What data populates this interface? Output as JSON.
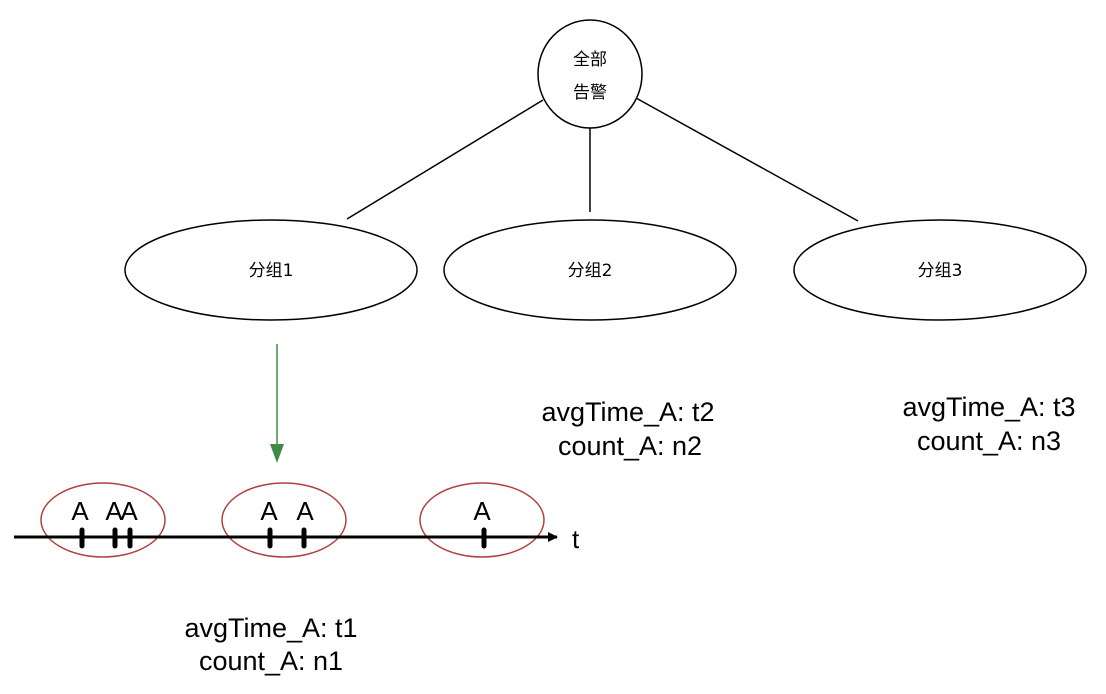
{
  "root": {
    "line1": "全部",
    "line2": "告警"
  },
  "groups": [
    {
      "label": "分组1"
    },
    {
      "label": "分组2"
    },
    {
      "label": "分组3"
    }
  ],
  "stats": {
    "group1": {
      "avg": "avgTime_A: t1",
      "count": "count_A: n1"
    },
    "group2": {
      "avg": "avgTime_A: t2",
      "count": "count_A: n2"
    },
    "group3": {
      "avg": "avgTime_A: t3",
      "count": "count_A: n3"
    }
  },
  "timeline": {
    "axis_label": "t",
    "event_label": "A"
  },
  "colors": {
    "stroke": "#000000",
    "arrow": "#3e8a45",
    "cluster": "#b0413e"
  }
}
